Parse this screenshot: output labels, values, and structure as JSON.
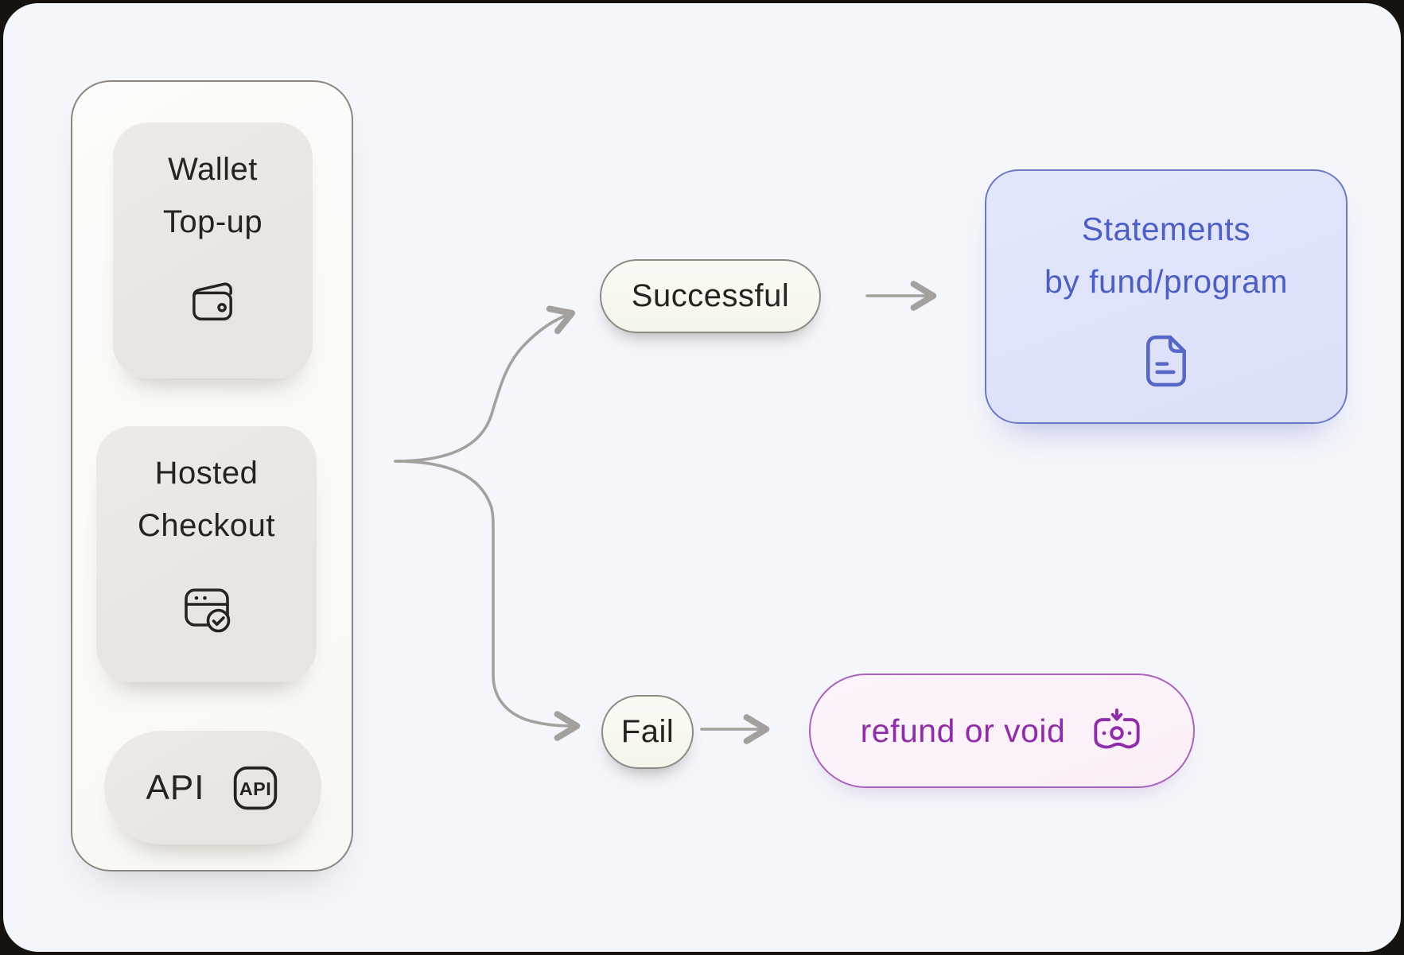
{
  "sources": {
    "wallet": {
      "line1": "Wallet",
      "line2": "Top-up",
      "icon": "wallet-icon"
    },
    "hosted": {
      "line1": "Hosted",
      "line2": "Checkout",
      "icon": "browser-check-icon"
    },
    "api": {
      "label": "API",
      "badge_text": "API",
      "icon": "api-badge-icon"
    }
  },
  "outcomes": {
    "successful": {
      "label": "Successful"
    },
    "fail": {
      "label": "Fail"
    }
  },
  "results": {
    "statements": {
      "line1": "Statements",
      "line2": "by fund/program",
      "icon": "document-icon"
    },
    "refund": {
      "label": "refund or void",
      "icon": "cash-in-icon"
    }
  },
  "colors": {
    "background": "#f4f6fb",
    "frame": "#16120f",
    "panel_fill": "#faf9f6",
    "panel_border": "#8b8780",
    "card_fill": "#e9e5e2",
    "ink": "#272220",
    "outcome_fill": "#f8f7f0",
    "outcome_border": "#8d8a84",
    "statements_fill": "#dfe3f9",
    "statements_border": "#6d79c6",
    "statements_text": "#4d5fc3",
    "refund_fill": "#fdf3fa",
    "refund_border": "#aa62bc",
    "refund_text": "#8f2ca7",
    "connector": "#a3a09d"
  }
}
